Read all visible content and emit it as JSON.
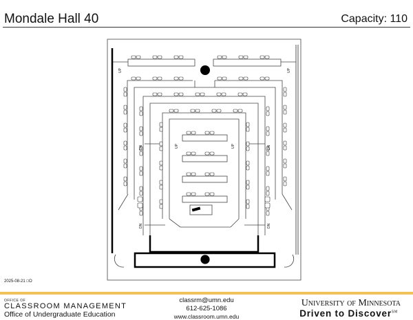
{
  "header": {
    "room": "Mondale Hall 40",
    "capacity": "Capacity: 110"
  },
  "plan": {
    "labels_up": "UP",
    "labels_dn": "DN"
  },
  "date": "2025-08-21 □O",
  "footer": {
    "office_of": "OFFICE OF",
    "classroom_management": "CLASSROOM MANAGEMENT",
    "undergrad": "Office of Undergraduate Education",
    "email": "classrm@umn.edu",
    "phone": "612-625-1086",
    "website": "www.classroom.umn.edu",
    "university": "University of Minnesota",
    "slogan": "Driven to Discover",
    "sm": "SM"
  },
  "colors": {
    "accent": "#f0c25a"
  }
}
